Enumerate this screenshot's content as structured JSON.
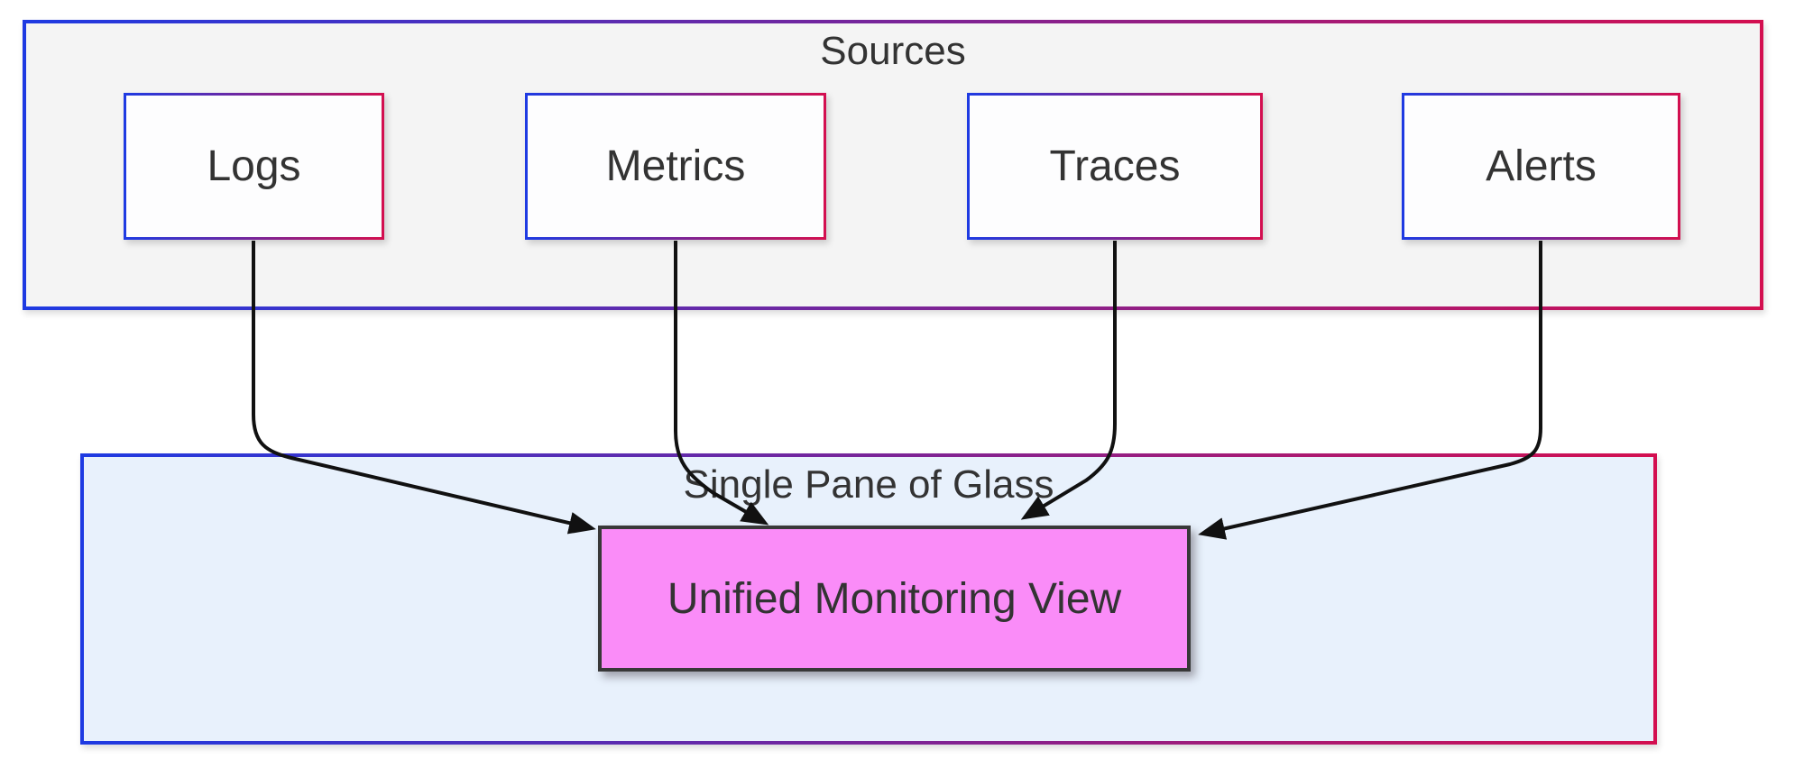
{
  "groups": {
    "sources": {
      "label": "Sources"
    },
    "pane": {
      "label": "Single Pane of Glass"
    }
  },
  "nodes": {
    "logs": {
      "label": "Logs"
    },
    "metrics": {
      "label": "Metrics"
    },
    "traces": {
      "label": "Traces"
    },
    "alerts": {
      "label": "Alerts"
    },
    "unified": {
      "label": "Unified Monitoring View"
    }
  },
  "edges": [
    {
      "from": "Logs",
      "to": "Unified Monitoring View"
    },
    {
      "from": "Metrics",
      "to": "Unified Monitoring View"
    },
    {
      "from": "Traces",
      "to": "Unified Monitoring View"
    },
    {
      "from": "Alerts",
      "to": "Unified Monitoring View"
    }
  ],
  "colors": {
    "gradient_start": "#1e3ae2",
    "gradient_end": "#d30f50",
    "sources_fill": "#f4f4f4",
    "pane_fill": "#e8f1fc",
    "node_fill": "#fdfdfe",
    "unified_fill": "#fa8cf8",
    "unified_stroke": "#383838",
    "arrow_color": "#111111",
    "text_color": "#333333"
  }
}
